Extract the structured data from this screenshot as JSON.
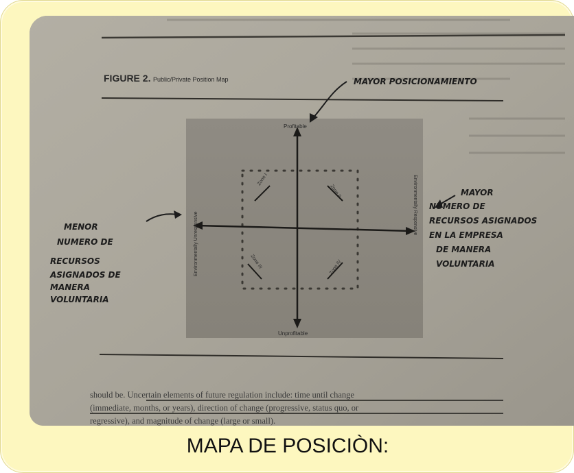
{
  "caption": "MAPA DE POSICIÒN:",
  "figure": {
    "label": "FIGURE 2.",
    "title": "Public/Private Position Map",
    "top_axis": "Profitable",
    "bottom_axis": "Unprofitable",
    "left_axis": "Environmentally Unresponsive",
    "right_axis": "Environmentally Responsive",
    "zones": [
      "Zone I",
      "Zone II",
      "Zone III",
      "Zone IV"
    ]
  },
  "handwriting": {
    "top_note": "MAYOR POSICIONAMIENTO",
    "right_note": [
      "MAYOR",
      "NUMERO DE",
      "RECURSOS ASIGNADOS",
      "EN LA EMPRESA",
      "DE MANERA",
      "VOLUNTARIA"
    ],
    "left_note": [
      "MENOR",
      "NUMERO DE",
      "RECURSOS",
      "ASIGNADOS DE",
      "MANERA",
      "VOLUNTARIA"
    ]
  },
  "body_text": [
    "should be. Uncertain elements of future regulation include: time until change",
    "(immediate, months, or years), direction of change (progressive, status quo, or",
    "regressive), and magnitude of change (large or small)."
  ]
}
